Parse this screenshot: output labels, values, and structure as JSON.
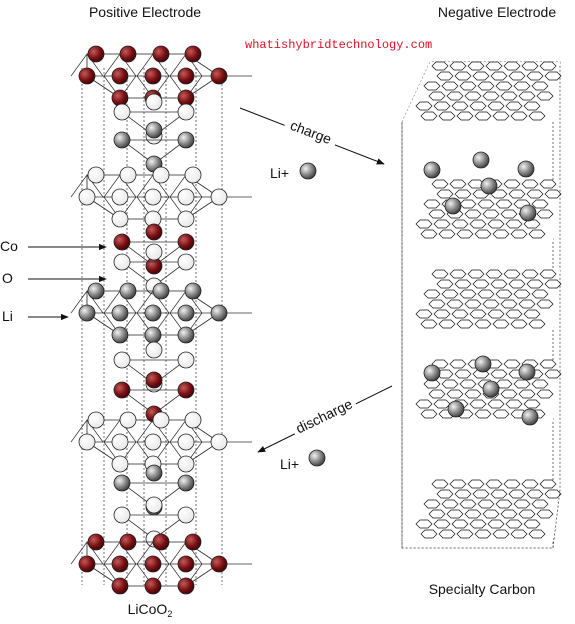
{
  "labels": {
    "positive_electrode": "Positive Electrode",
    "negative_electrode": "Negative Electrode",
    "watermark": "whatishybridtechnology.com",
    "charge": "charge",
    "discharge": "discharge",
    "li_plus_top": "Li+",
    "li_plus_bottom": "Li+",
    "co": "Co",
    "o": "O",
    "li": "Li",
    "formula_main": "LiCoO",
    "formula_sub": "2",
    "specialty_carbon": "Specialty Carbon"
  },
  "colors": {
    "cobalt": "#7a0f12",
    "oxygen": "#ffffff",
    "lithium": "#8a8a8a",
    "watermark": "#e0102a"
  }
}
